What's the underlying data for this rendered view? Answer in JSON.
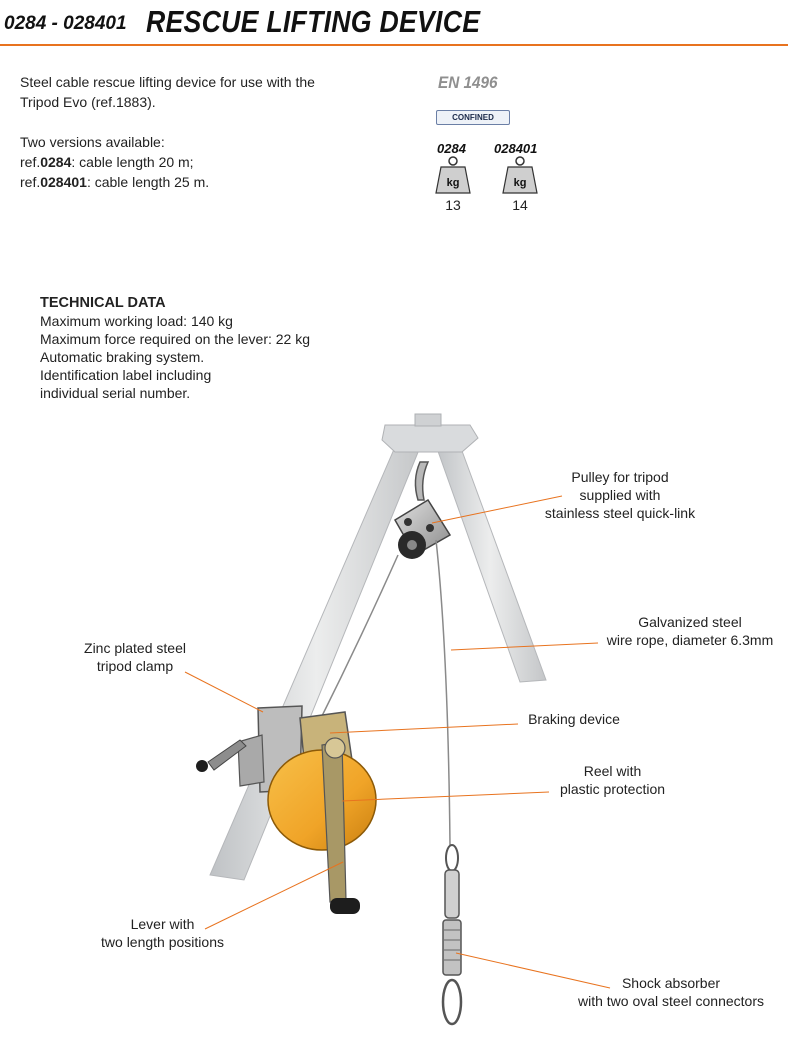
{
  "header": {
    "code": "0284 - 028401",
    "title": "RESCUE LIFTING DEVICE"
  },
  "intro": {
    "line1": "Steel cable rescue lifting device for use with the",
    "line2": "Tripod Evo (ref.1883).",
    "versions_heading": "Two versions available:",
    "ref1_prefix": "ref.",
    "ref1_code": "0284",
    "ref1_text": ": cable length 20 m;",
    "ref2_prefix": "ref.",
    "ref2_code": "028401",
    "ref2_text": ": cable length 25 m."
  },
  "specs": {
    "standard": "EN 1496",
    "badge": "CONFINED",
    "weight_unit": "kg",
    "models": [
      {
        "ref": "0284",
        "weight": "13"
      },
      {
        "ref": "028401",
        "weight": "14"
      }
    ]
  },
  "technical": {
    "title": "TECHNICAL DATA",
    "lines": [
      "Maximum working load: 140 kg",
      "Maximum force required on the lever: 22 kg",
      "Automatic braking system.",
      "Identification label including",
      "individual serial number."
    ]
  },
  "callouts": {
    "pulley": [
      "Pulley for tripod",
      "supplied with",
      "stainless steel quick-link"
    ],
    "wire": [
      "Galvanized steel",
      "wire rope, diameter 6.3mm"
    ],
    "clamp": [
      "Zinc plated steel",
      "tripod clamp"
    ],
    "brake": [
      "Braking device"
    ],
    "reel": [
      "Reel with",
      "plastic protection"
    ],
    "lever": [
      "Lever with",
      "two length positions"
    ],
    "shock": [
      "Shock absorber",
      "with two oval steel connectors"
    ]
  },
  "colors": {
    "accent": "#e8731f",
    "reel": "#f0a428",
    "aluminium": "#d6d8da"
  }
}
